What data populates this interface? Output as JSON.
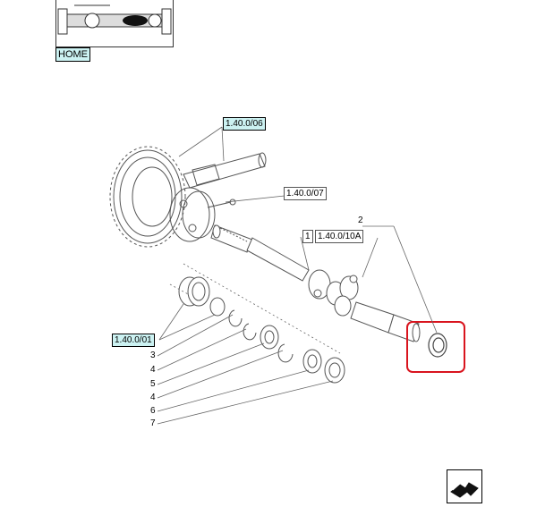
{
  "navigation": {
    "home_label": "HOME"
  },
  "references": {
    "ref_top": "1.40.0/06",
    "ref_diff": "1.40.0/07",
    "ref_left": "1.40.0/01",
    "ref_qty": "1",
    "ref_shaft": "1.40.0/10A"
  },
  "callouts": {
    "part_2": "2",
    "part_3": "3",
    "part_4a": "4",
    "part_5": "5",
    "part_4b": "4",
    "part_6": "6",
    "part_7": "7"
  },
  "colors": {
    "highlight": "#d9141e",
    "link_box": "#ccf2f2",
    "line": "#555555"
  },
  "icons": {
    "next_page": "arrow-right-icon"
  }
}
